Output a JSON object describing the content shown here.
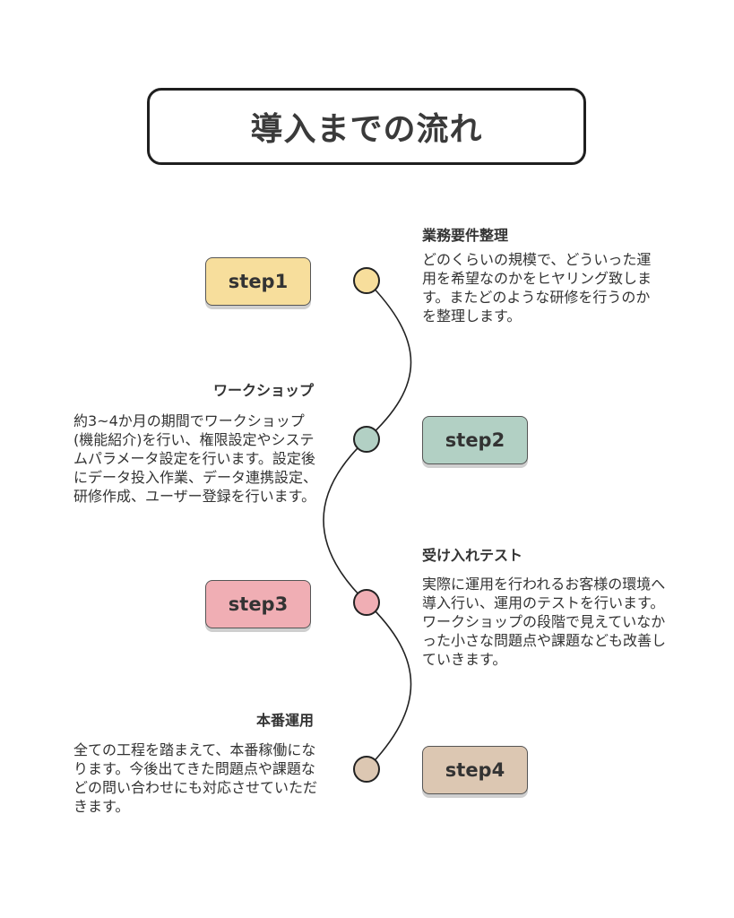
{
  "title": "導入までの流れ",
  "colors": {
    "step1": "#f7de9c",
    "step2": "#b2d0c4",
    "step3": "#f0aeb4",
    "step4": "#dcc7b2",
    "line": "#222222"
  },
  "steps": [
    {
      "badge": "step1",
      "heading": "業務要件整理",
      "description": "どのくらいの規模で、どういった運用を希望なのかをヒヤリング致します。またどのような研修を行うのかを整理します。"
    },
    {
      "badge": "step2",
      "heading": "ワークショップ",
      "description": "約3~4か月の期間でワークショップ(機能紹介)を行い、権限設定やシステムパラメータ設定を行います。設定後にデータ投入作業、データ連携設定、研修作成、ユーザー登録を行います。"
    },
    {
      "badge": "step3",
      "heading": "受け入れテスト",
      "description": "実際に運用を行われるお客様の環境へ導入行い、運用のテストを行います。ワークショップの段階で見えていなかった小さな問題点や課題なども改善していきます。"
    },
    {
      "badge": "step4",
      "heading": "本番運用",
      "description": "全ての工程を踏まえて、本番稼働になります。今後出てきた問題点や課題などの問い合わせにも対応させていただきます。"
    }
  ]
}
